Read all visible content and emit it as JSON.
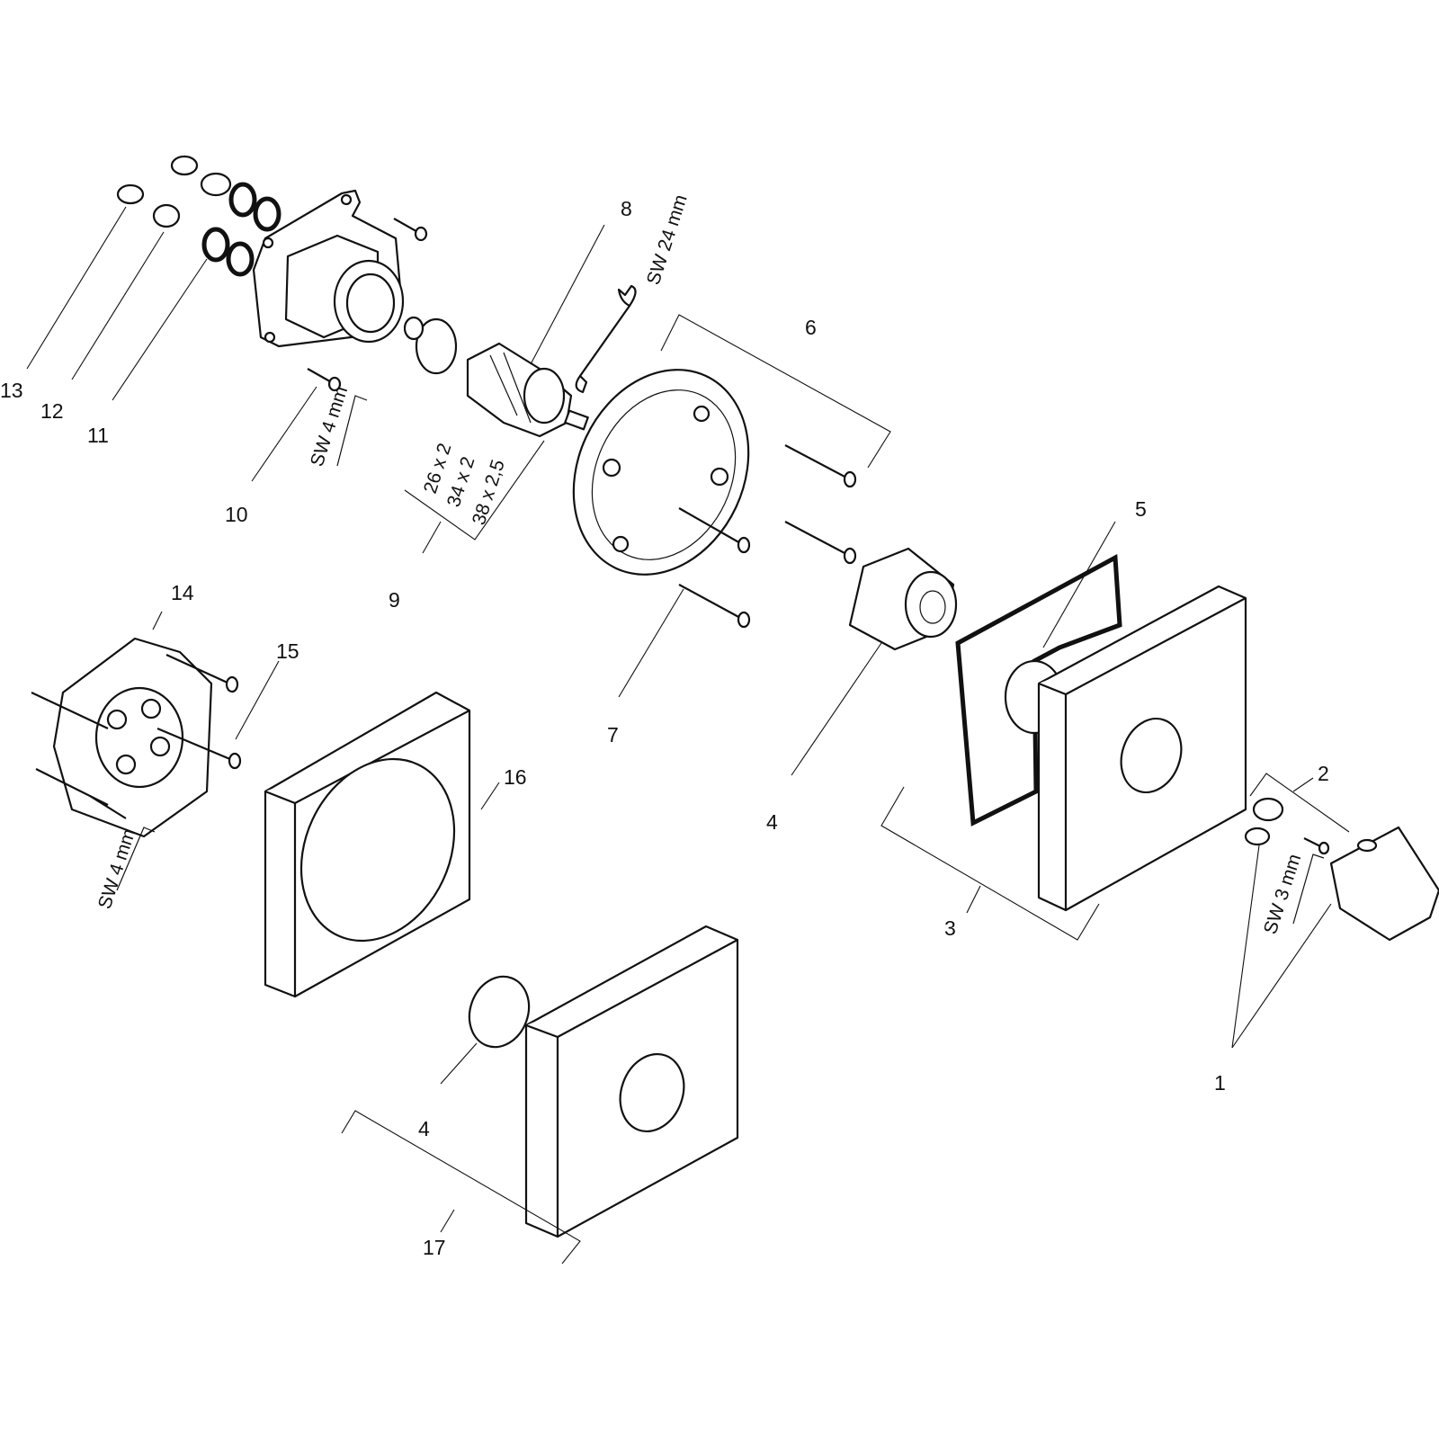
{
  "labels": {
    "l1": "1",
    "l2": "2",
    "l3": "3",
    "l4a": "4",
    "l4b": "4",
    "l5": "5",
    "l6": "6",
    "l7": "7",
    "l8": "8",
    "l9": "9",
    "l10": "10",
    "l11": "11",
    "l12": "12",
    "l13": "13",
    "l14": "14",
    "l15": "15",
    "l16": "16",
    "l17": "17"
  },
  "specs": {
    "sw24": "SW 24 mm",
    "sw4a": "SW 4 mm",
    "sw4b": "SW 4 mm",
    "sw3": "SW 3 mm",
    "oring1": "26 x 2",
    "oring2": "34 x 2",
    "oring3": "38 x 2,5"
  }
}
